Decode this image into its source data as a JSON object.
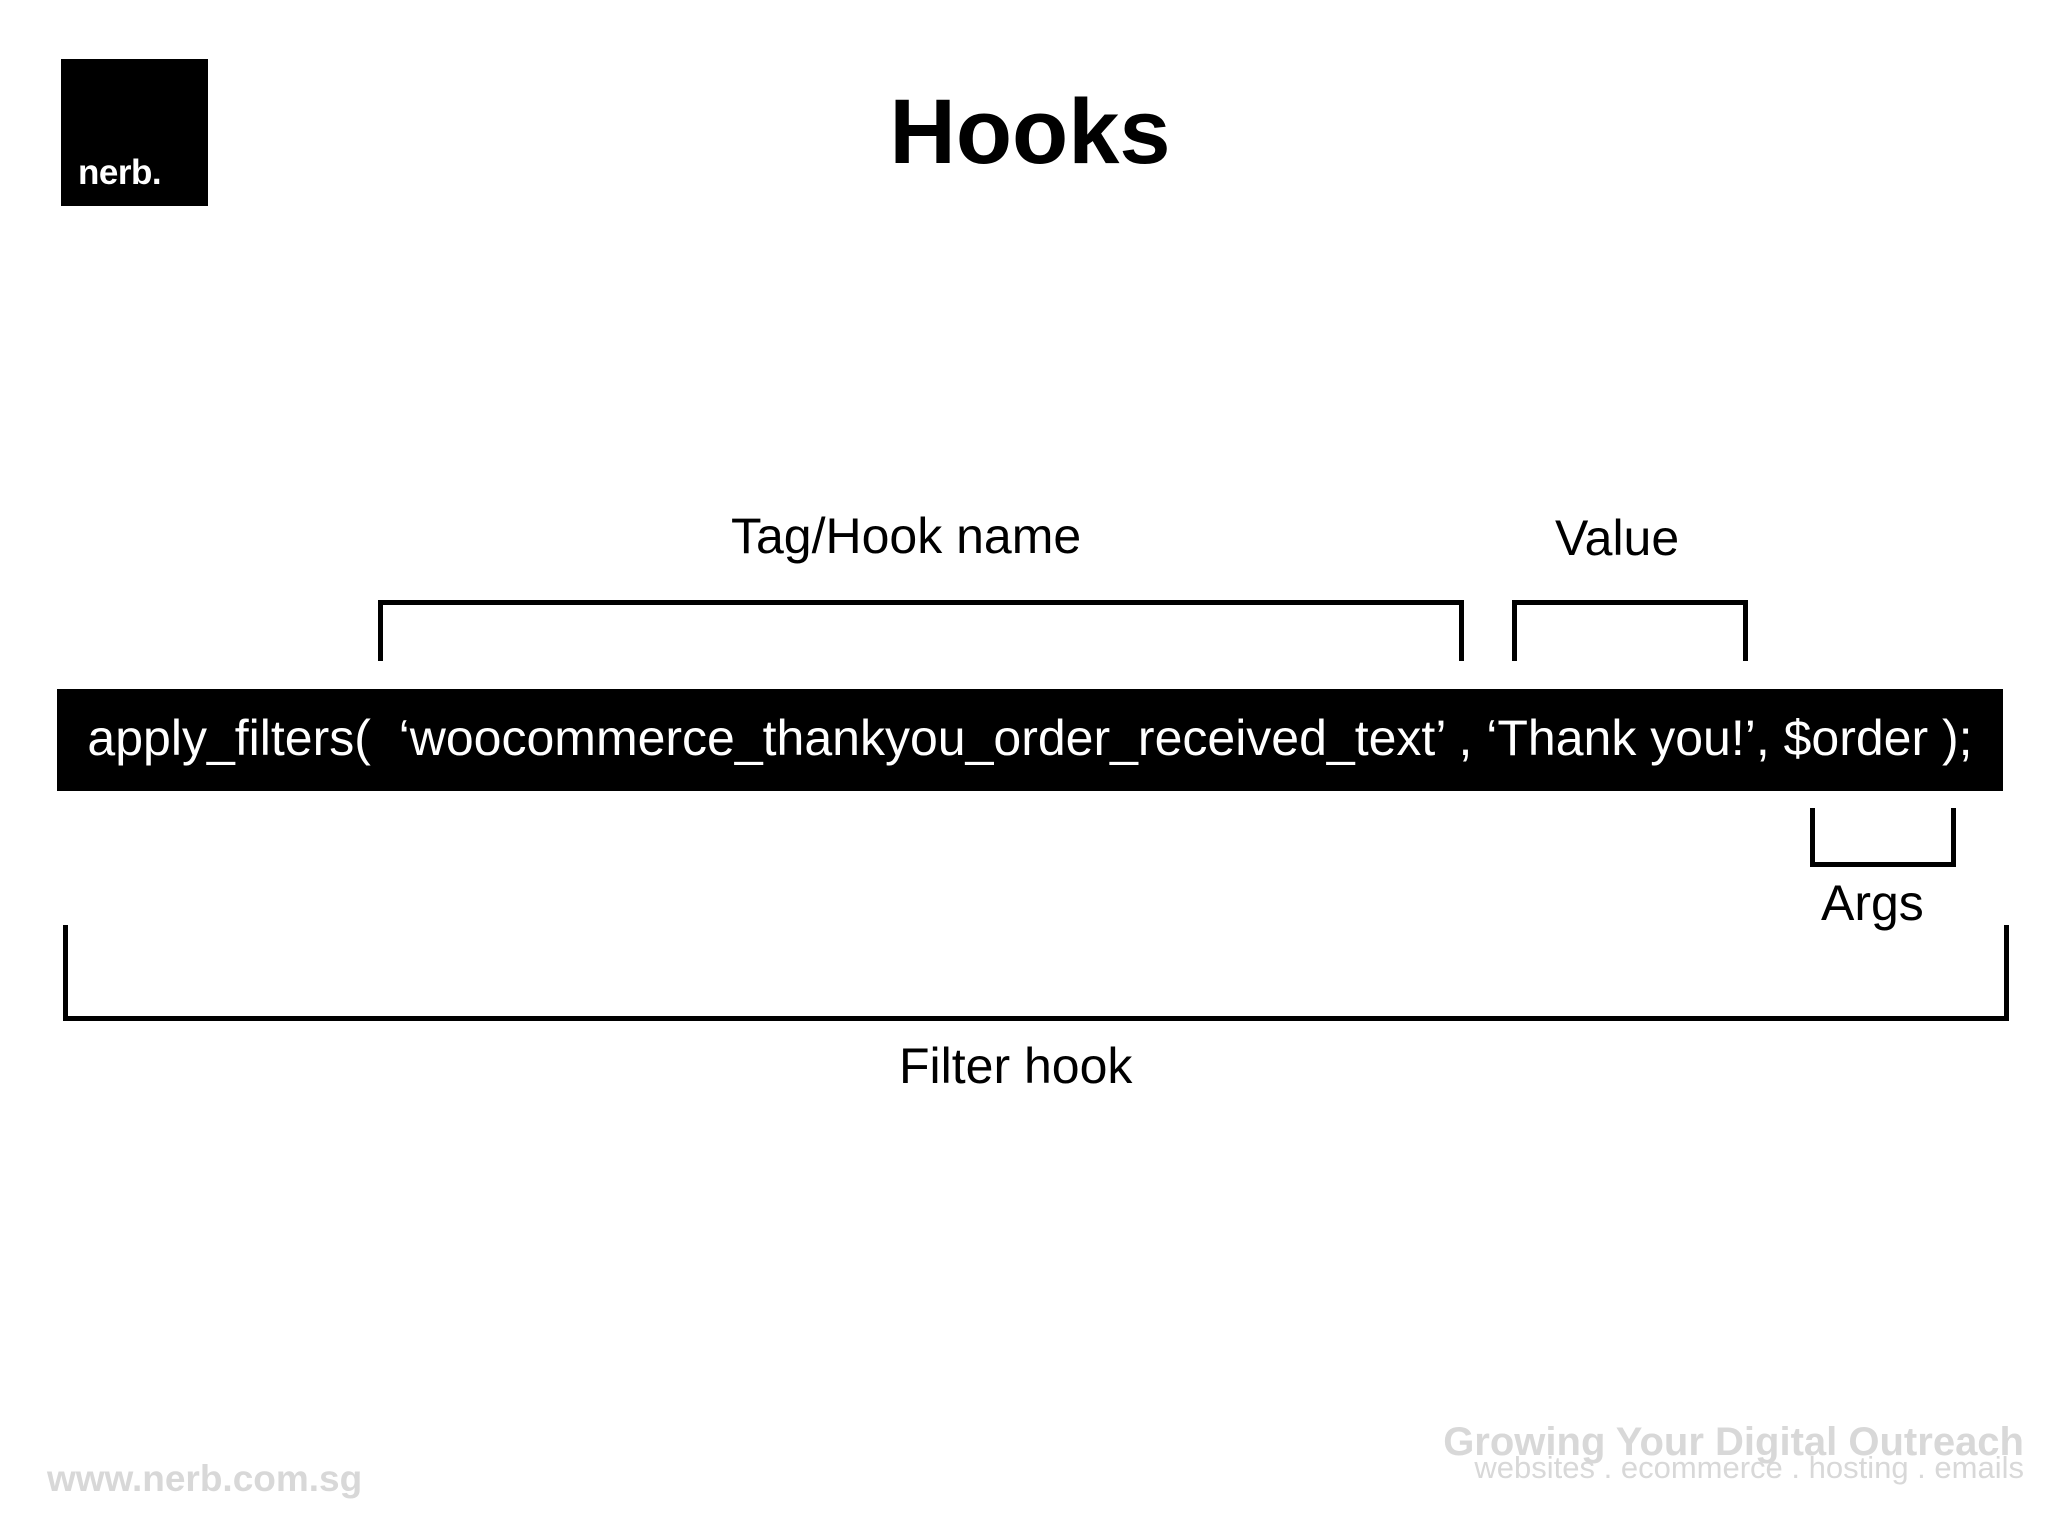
{
  "logo": {
    "text": "nerb."
  },
  "slide": {
    "title": "Hooks"
  },
  "code": {
    "line": "apply_filters(  ‘woocommerce_thankyou_order_received_text’ , ‘Thank you!’, $order );"
  },
  "labels": {
    "tag_hook_name": "Tag/Hook name",
    "value": "Value",
    "args": "Args",
    "filter_hook": "Filter hook"
  },
  "footer": {
    "url": "www.nerb.com.sg",
    "tagline": "Growing Your Digital Outreach",
    "services": "websites . ecommerce . hosting . emails"
  },
  "colors": {
    "background": "#ffffff",
    "code_bar": "#000000",
    "code_text": "#ffffff",
    "footer_text": "#d8d8d8"
  }
}
